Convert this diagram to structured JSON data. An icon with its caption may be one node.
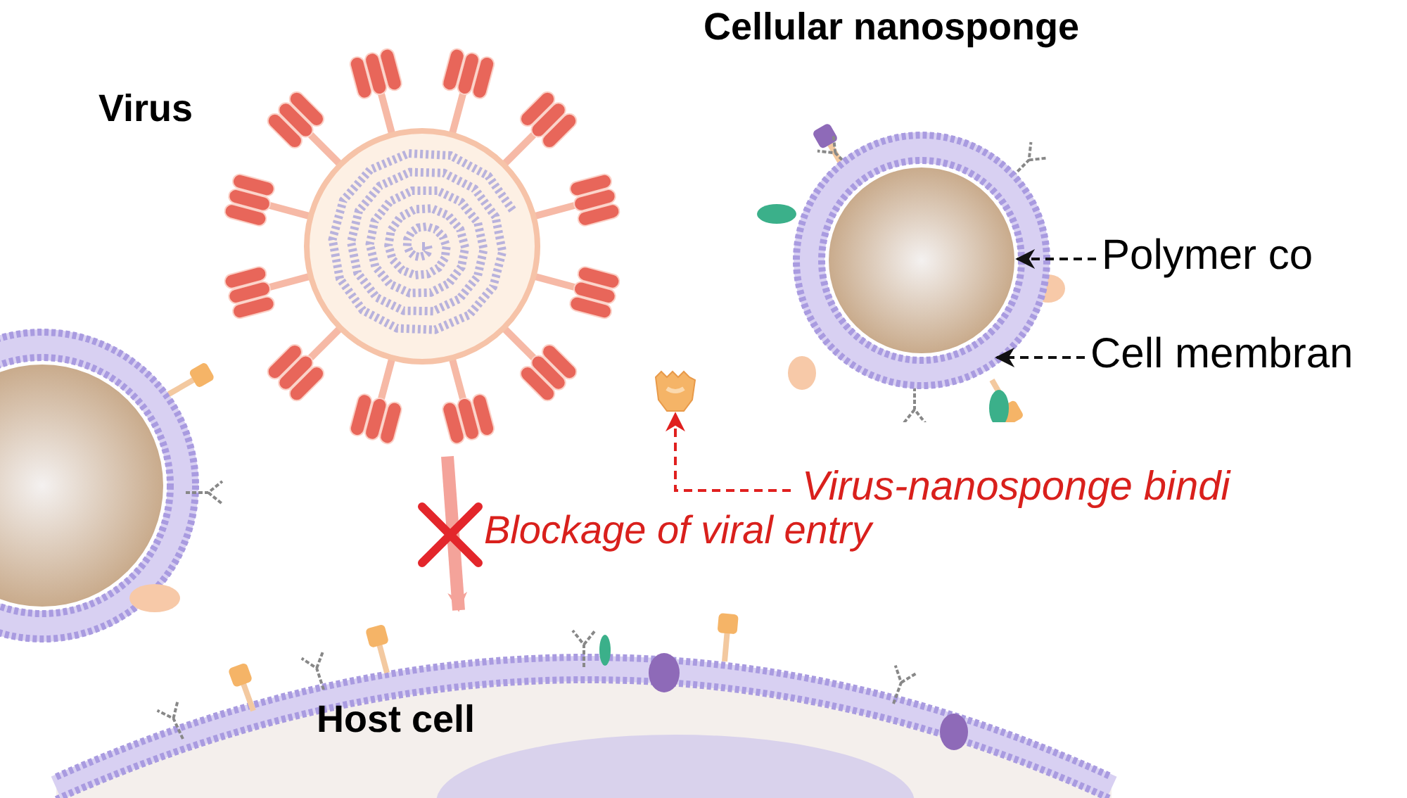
{
  "diagram": {
    "nodes": [
      {
        "text": [
          "Virus"
        ]
      },
      {
        "text": [
          "Cellular nanosponge"
        ]
      },
      {
        "text": [],
        "shape": "picture"
      },
      {
        "text": [
          "Host cell"
        ]
      },
      {
        "text": [
          "Polymer co"
        ]
      },
      {
        "text": [],
        "shape": "circle",
        "in": 7
      },
      {
        "text": [
          "Cell membran"
        ]
      },
      {
        "text": [],
        "shape": "circle",
        "in": 1
      },
      {
        "text": [
          "Virus-nanosponge bindi"
        ]
      },
      {
        "text": [],
        "shape": "picture"
      }
    ],
    "edges": [
      {
        "from": 4,
        "to": 5,
        "arrow": "to",
        "style": "dashed"
      },
      {
        "from": 6,
        "to": 7,
        "arrow": "to",
        "style": "dashed"
      },
      {
        "from": 8,
        "to": 9,
        "arrow": "to",
        "style": "dashed",
        "color": "#e0201f"
      },
      {
        "from": 0,
        "to": 3,
        "arrow": "to",
        "label": "Blockage of viral entry",
        "style": "thick",
        "color": "#f4a39a"
      }
    ]
  }
}
